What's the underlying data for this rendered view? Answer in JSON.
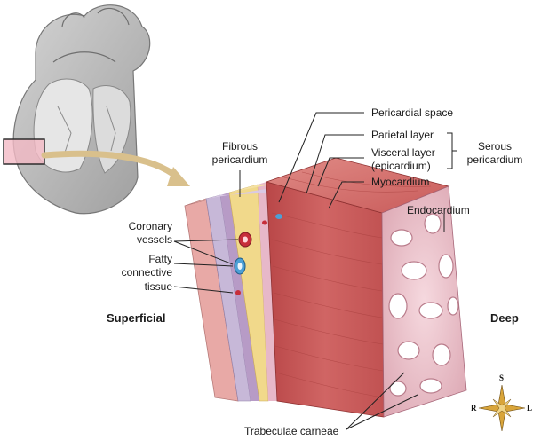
{
  "labels": {
    "pericardial_space": "Pericardial space",
    "parietal_layer": "Parietal layer",
    "visceral_layer": "Visceral layer",
    "epicardium": "(epicardium)",
    "serous": "Serous",
    "pericardium": "pericardium",
    "myocardium": "Myocardium",
    "fibrous": "Fibrous",
    "fibrous_pericardium": "pericardium",
    "endocardium": "Endocardium",
    "coronary": "Coronary",
    "vessels": "vessels",
    "fatty": "Fatty",
    "connective": "connective",
    "tissue": "tissue",
    "superficial": "Superficial",
    "deep": "Deep",
    "trabeculae": "Trabeculae carneae"
  },
  "compass": {
    "north": "S",
    "west": "R",
    "east": "L"
  },
  "colors": {
    "muscle": "#c9595a",
    "muscle_dark": "#a8403f",
    "endocardium": "#f0c6cf",
    "fibrous": "#e8a9a6",
    "parietal": "#c7b8d8",
    "fat": "#f1d98b",
    "arrow": "#d9c08c",
    "heart_gray": "#bcbcbc"
  }
}
